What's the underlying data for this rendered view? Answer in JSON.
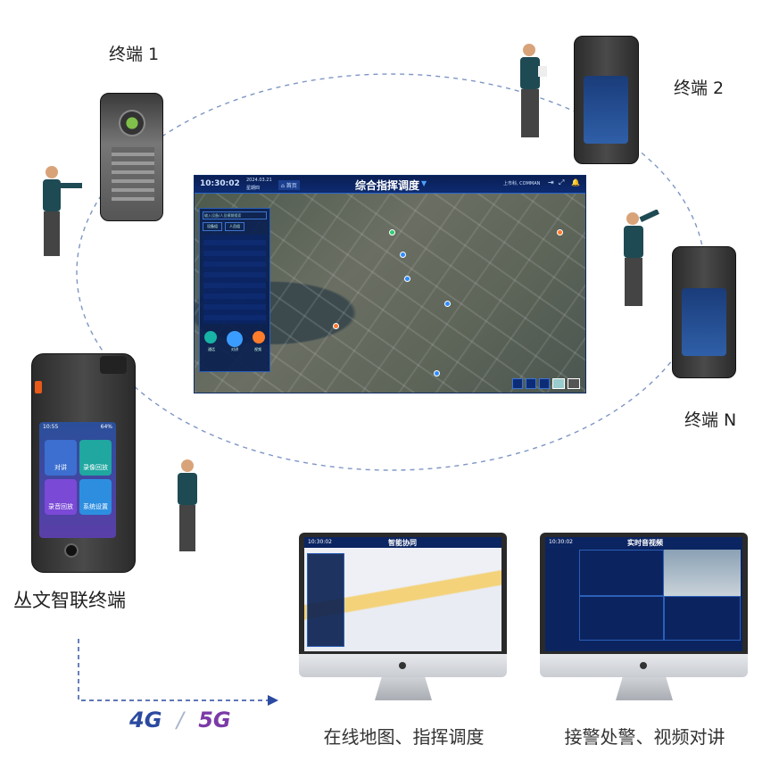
{
  "labels": {
    "terminal_1": "终端 1",
    "terminal_2": "终端 2",
    "terminal_n": "终端 N",
    "main_terminal": "丛文智联终端",
    "network_4g": "4G",
    "network_sep": "/",
    "network_5g": "5G"
  },
  "captions": {
    "left_monitor": "在线地图、指挥调度",
    "right_monitor": "接警处警、视频对讲"
  },
  "dashboard": {
    "time": "10:30:02",
    "date": "2024.03.21",
    "weekday": "星期四",
    "home": "首页",
    "title": "综合指挥调度",
    "user": "上市科, COMMAN",
    "search_placeholder": "输入设备/人员模糊搜索",
    "tabs": [
      "设备组",
      "人员组"
    ],
    "actions": [
      "通话",
      "对讲",
      "视频"
    ]
  },
  "phone_apps": [
    "对讲",
    "录像回放",
    "录音回放",
    "系统设置"
  ],
  "phone_status": {
    "time": "10:55",
    "battery": "64%"
  },
  "left_monitor": {
    "time": "10:30:02",
    "title": "智能协同"
  },
  "right_monitor": {
    "time": "10:30:02",
    "title": "实时音视频"
  },
  "colors": {
    "dashed_line": "#6f8fc0",
    "brand_4g": "#2b4aa0",
    "brand_5g": "#7b3aa8",
    "dashboard_bg": "#0a2160"
  }
}
